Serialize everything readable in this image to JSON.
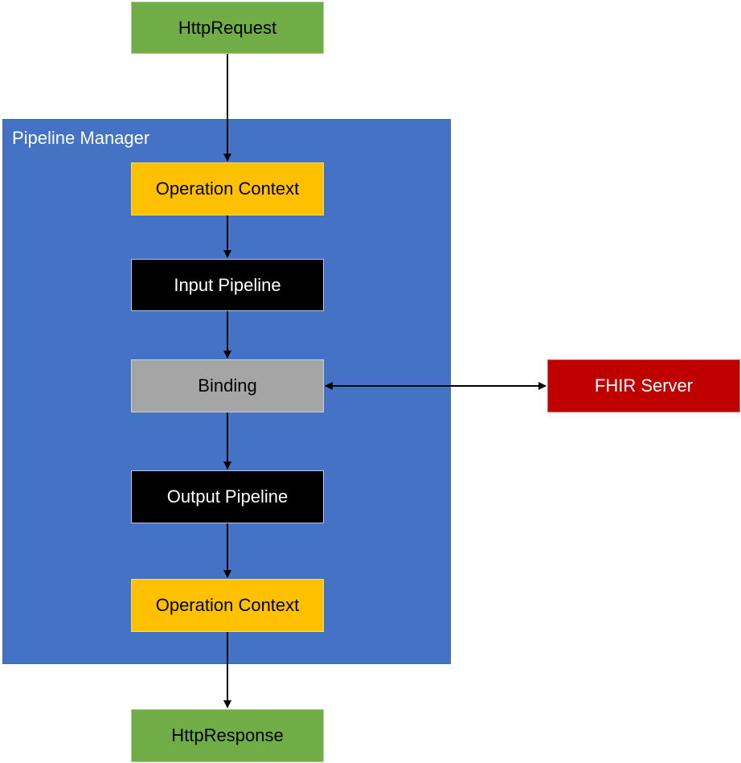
{
  "diagram": {
    "container": {
      "title": "Pipeline Manager",
      "fill": "#4472c4"
    },
    "nodes": {
      "http_request": {
        "label": "HttpRequest",
        "fill": "#70ad47"
      },
      "operation_context_in": {
        "label": "Operation Context",
        "fill": "#ffc000"
      },
      "input_pipeline": {
        "label": "Input Pipeline",
        "fill": "#000000"
      },
      "binding": {
        "label": "Binding",
        "fill": "#a5a5a5"
      },
      "fhir_server": {
        "label": "FHIR Server",
        "fill": "#c00000"
      },
      "output_pipeline": {
        "label": "Output Pipeline",
        "fill": "#000000"
      },
      "operation_context_out": {
        "label": "Operation Context",
        "fill": "#ffc000"
      },
      "http_response": {
        "label": "HttpResponse",
        "fill": "#70ad47"
      }
    },
    "edges": [
      {
        "from": "http_request",
        "to": "operation_context_in",
        "direction": "forward"
      },
      {
        "from": "operation_context_in",
        "to": "input_pipeline",
        "direction": "forward"
      },
      {
        "from": "input_pipeline",
        "to": "binding",
        "direction": "forward"
      },
      {
        "from": "binding",
        "to": "fhir_server",
        "direction": "bidirectional"
      },
      {
        "from": "binding",
        "to": "output_pipeline",
        "direction": "forward"
      },
      {
        "from": "output_pipeline",
        "to": "operation_context_out",
        "direction": "forward"
      },
      {
        "from": "operation_context_out",
        "to": "http_response",
        "direction": "forward"
      }
    ]
  }
}
